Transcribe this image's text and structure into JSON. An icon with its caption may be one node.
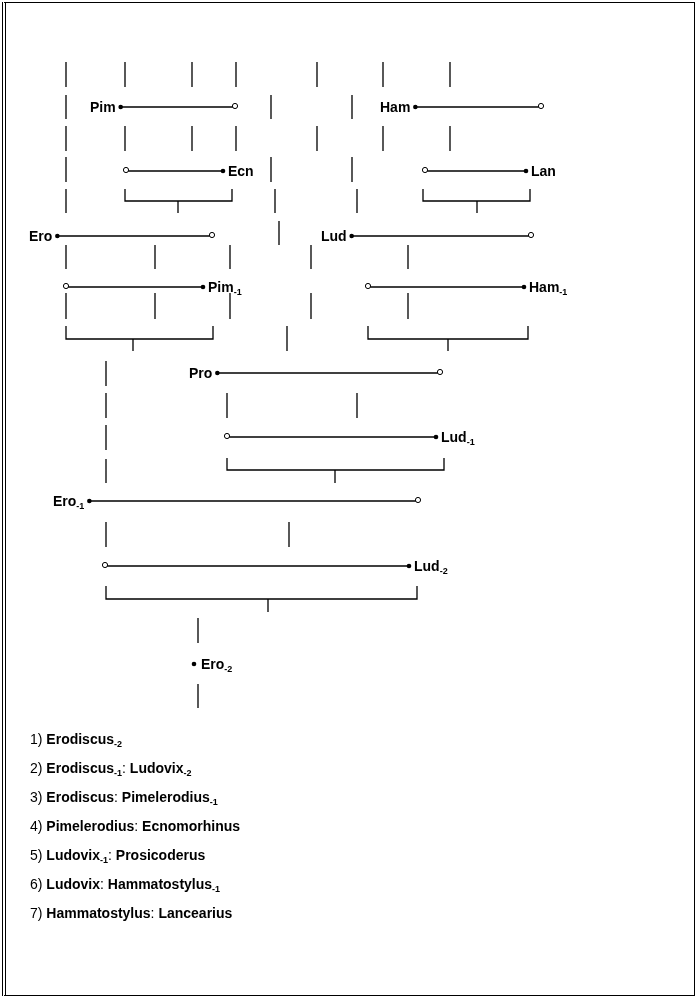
{
  "diagram": {
    "nodes": [
      {
        "text": [
          "Pim"
        ]
      },
      {
        "text": [
          "Ham"
        ]
      },
      {
        "text": [
          "Ecn"
        ]
      },
      {
        "text": [
          "Lan"
        ]
      },
      {
        "text": [
          "Ero"
        ]
      },
      {
        "text": [
          "Lud"
        ]
      },
      {
        "text": [
          "Pim$_{-1}$"
        ]
      },
      {
        "text": [
          "Ham$_{-1}$"
        ]
      },
      {
        "text": [
          "Pro"
        ]
      },
      {
        "text": [
          "Lud$_{-1}$"
        ]
      },
      {
        "text": [
          "Ero$_{-1}$"
        ]
      },
      {
        "text": [
          "Lud$_{-2}$"
        ]
      },
      {
        "text": [
          "Ero$_{-2}$"
        ]
      }
    ],
    "edges": [
      {
        "from": 0,
        "to": null,
        "arrow": "other"
      },
      {
        "from": 1,
        "to": null,
        "arrow": "other"
      },
      {
        "from": 2,
        "to": null,
        "arrow": "other"
      },
      {
        "from": 3,
        "to": null,
        "arrow": "other"
      },
      {
        "from": 4,
        "to": null,
        "arrow": "other"
      },
      {
        "from": 5,
        "to": null,
        "arrow": "other"
      },
      {
        "from": 6,
        "to": null,
        "arrow": "other"
      },
      {
        "from": 7,
        "to": null,
        "arrow": "other"
      },
      {
        "from": 8,
        "to": null,
        "arrow": "other"
      },
      {
        "from": 9,
        "to": null,
        "arrow": "other"
      },
      {
        "from": 10,
        "to": null,
        "arrow": "other"
      },
      {
        "from": 11,
        "to": null,
        "arrow": "other"
      }
    ],
    "labels": [
      "1) **Erodiscus**$_{-2}$",
      "2) **Erodiscus**$_{-1}$: **Ludovix**$_{-2}$",
      "3) **Erodiscus**: **Pimelerodius**$_{-1}$",
      "4) **Pimelerodius**: **Ecnomorhinus**",
      "5) **Ludovix**$_{-1}$: **Prosicoderus**",
      "6) **Ludovix**: **Hammatostylus**$_{-1}$",
      "7) **Hammatostylus**: **Lancearius**"
    ]
  }
}
